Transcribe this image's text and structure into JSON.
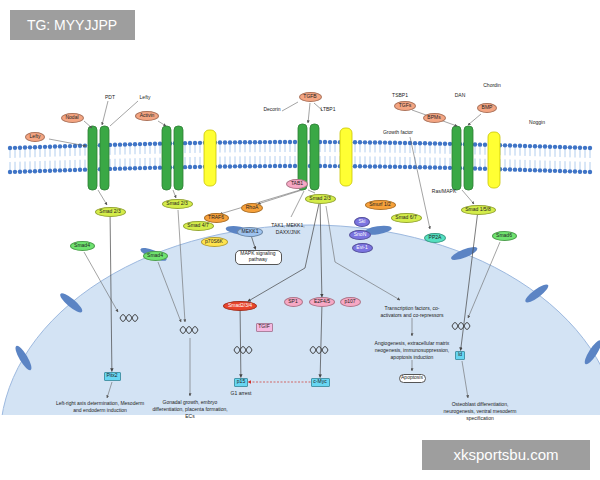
{
  "diagram": {
    "nodes": [
      {
        "text": [
          "Lefty"
        ]
      },
      {
        "text": [
          "Nodal"
        ]
      },
      {
        "text": [
          "Activin"
        ]
      },
      {
        "text": [
          "TGFB"
        ]
      },
      {
        "text": [
          "TGFs"
        ]
      },
      {
        "text": [
          "BPMs"
        ]
      },
      {
        "text": [
          "BMP"
        ]
      },
      {
        "text": [
          "Smad 2/3"
        ]
      },
      {
        "text": [
          "Smad 2/3"
        ]
      },
      {
        "text": [
          "Smad 4/7"
        ]
      },
      {
        "text": [
          "Smad4"
        ]
      },
      {
        "text": [
          "Smad4"
        ]
      },
      {
        "text": [
          "TRAF6"
        ]
      },
      {
        "text": [
          "RhoA"
        ]
      },
      {
        "text": [
          "p70S6K"
        ]
      },
      {
        "text": [
          "MEKK1"
        ]
      },
      {
        "text": [
          "MAPK signaling pathway"
        ]
      },
      {
        "text": [
          "TAB1"
        ]
      },
      {
        "text": [
          "Smad 2/3"
        ]
      },
      {
        "text": [
          "Smurf 1/2"
        ]
      },
      {
        "text": [
          "Ski"
        ]
      },
      {
        "text": [
          "SnoN"
        ]
      },
      {
        "text": [
          "Evi-1"
        ]
      },
      {
        "text": [
          "Smad 6/7"
        ]
      },
      {
        "text": [
          "PP2A"
        ]
      },
      {
        "text": [
          "Smad 1/5/8"
        ]
      },
      {
        "text": [
          "Smad6"
        ]
      },
      {
        "text": [
          "Smad2/3/4"
        ]
      },
      {
        "text": [
          "SP1"
        ]
      },
      {
        "text": [
          "E2F4/5"
        ]
      },
      {
        "text": [
          "p107"
        ]
      },
      {
        "text": [
          "TGIF"
        ]
      },
      {
        "text": [
          "Pitx2"
        ]
      },
      {
        "text": [
          "p15"
        ]
      },
      {
        "text": [
          "c-Myc"
        ]
      },
      {
        "text": [
          "Apoptosis"
        ]
      },
      {
        "text": [
          "Id"
        ]
      }
    ],
    "edges": [
      {
        "from": 7,
        "to": 32,
        "arrow": "to"
      },
      {
        "from": 18,
        "to": 27,
        "arrow": "to"
      },
      {
        "from": 18,
        "to": 29,
        "arrow": "to"
      },
      {
        "from": 27,
        "to": 33,
        "arrow": "to"
      },
      {
        "from": 29,
        "to": 34,
        "arrow": "to"
      },
      {
        "from": 34,
        "to": 33,
        "arrow": "to"
      },
      {
        "from": 25,
        "to": 36,
        "arrow": "to"
      },
      {
        "from": 15,
        "to": 16,
        "arrow": "to"
      }
    ],
    "labels": [
      "TG: MYYJJPP",
      "xksportsbu.com",
      "PDT",
      "Lefty",
      "Decorin",
      "LTBP1",
      "TSBP1",
      "DAN",
      "Chordin",
      "Noggin",
      "Growth factor",
      "Ras/MAPK",
      "TAK1, MEKK1, DAXX/JNK",
      "Left-right axis determination, Mesoderm and endoderm induction",
      "Gonadal growth, embryo differentiation, placenta formation, ECs",
      "G1 arrest",
      "Transcription factors, co-activators and co-repressors",
      "Angiogenesis, extracellular matrix neogenesis, immunosuppression, apoptosis induction",
      "Osteoblast differentiation, neurogenesis, ventral mesoderm specification"
    ]
  }
}
